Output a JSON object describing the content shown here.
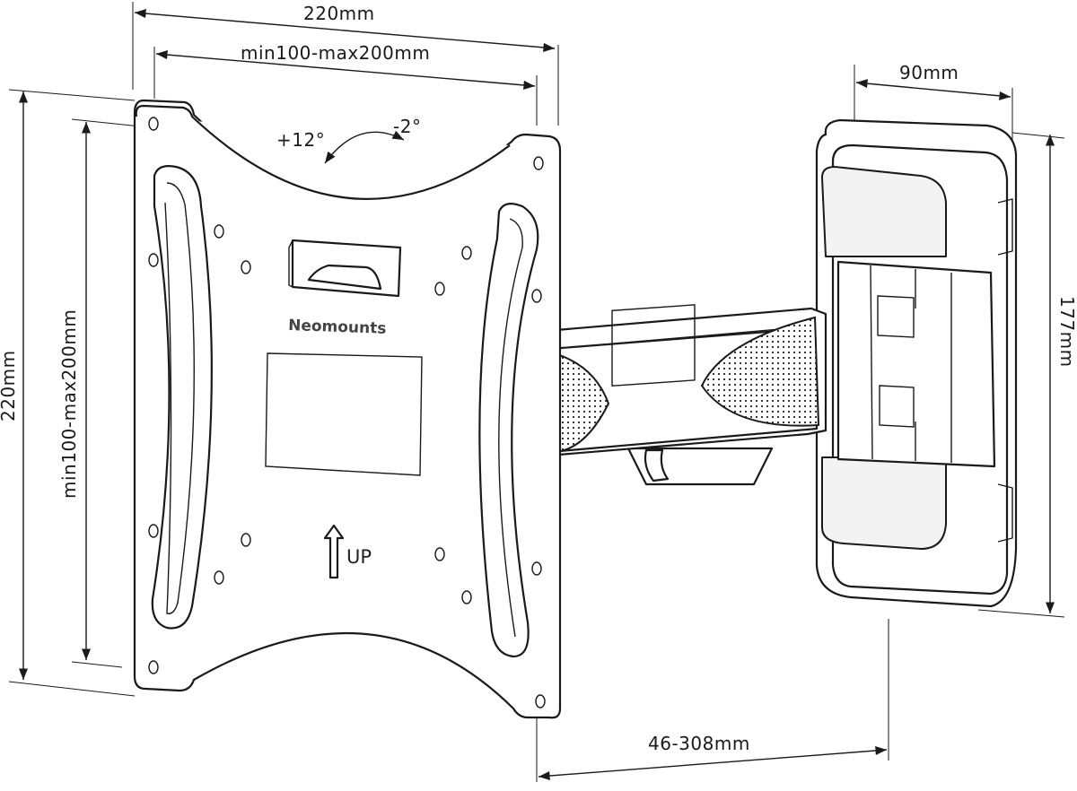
{
  "dimensions": {
    "plate_width": "220mm",
    "plate_vesa_horizontal": "min100-max200mm",
    "plate_height": "220mm",
    "plate_vesa_vertical": "min100-max200mm",
    "wall_plate_depth": "90mm",
    "wall_plate_height": "177mm",
    "arm_extension": "46-308mm"
  },
  "tilt": {
    "up": "+12°",
    "down": "-2°"
  },
  "plate": {
    "brand": "Neomounts",
    "orientation_label": "UP"
  }
}
